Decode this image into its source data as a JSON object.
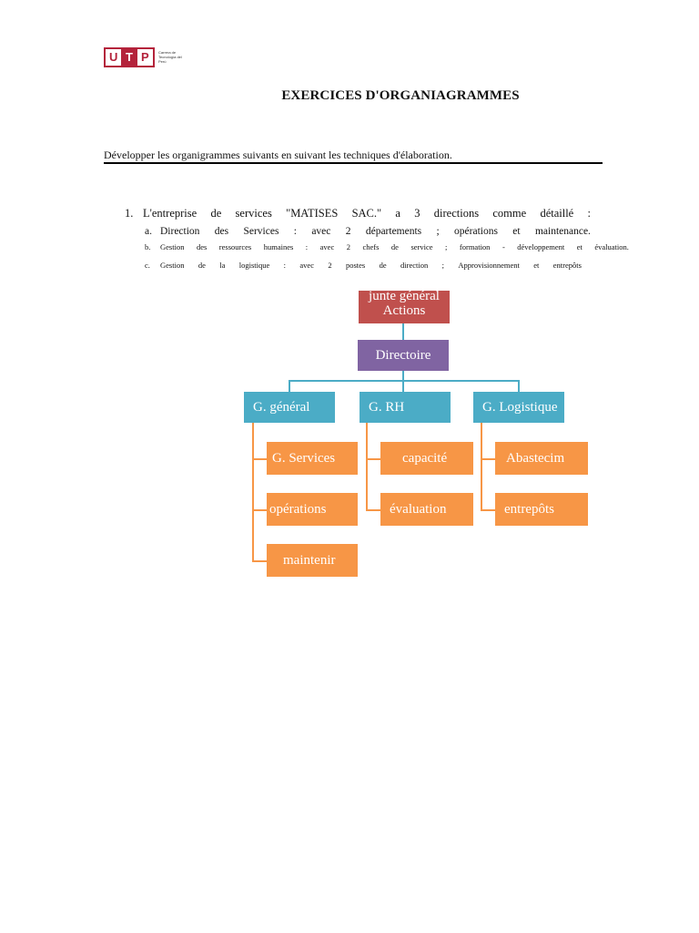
{
  "logo": {
    "letters": [
      "U",
      "T",
      "P"
    ],
    "subtitle": "Carrera de Tecnología del Perú",
    "brand_color": "#b4233b"
  },
  "title": "EXERCICES D'ORGANIAGRAMMES",
  "intro": "Développer les organigrammes suivants en suivant les techniques d'élaboration.",
  "question": {
    "number": "1.",
    "words": [
      "L'entreprise",
      "de",
      "services",
      "\"MATISES",
      "SAC.\"",
      "a",
      "3",
      "directions",
      "comme",
      "détaillé",
      ":"
    ]
  },
  "items": [
    {
      "letter": "a.",
      "words": [
        "Direction",
        "des",
        "Services",
        ":",
        "avec",
        "2",
        "départements",
        ";",
        "opérations",
        "et",
        "maintenance."
      ]
    },
    {
      "letter": "b.",
      "words": [
        "Gestion",
        "des",
        "ressources",
        "humaines",
        ":",
        "avec",
        "2",
        "chefs",
        "de",
        "service",
        ";",
        "formation",
        "-",
        "développement",
        "et",
        "évaluation."
      ]
    },
    {
      "letter": "c.",
      "words": [
        "Gestion",
        "de",
        "la",
        "logistique",
        ":",
        "avec",
        "2",
        "postes",
        "de",
        "direction",
        ";",
        "Approvisionnement",
        "et",
        "entrepôts"
      ]
    }
  ],
  "orgchart": {
    "colors": {
      "top": "#c0504d",
      "directoire": "#8064a2",
      "level2": "#4bacc6",
      "level3": "#f79646"
    },
    "top": "junte général Actions",
    "directoire": "Directoire",
    "level2": [
      "G. général",
      "G. RH",
      "G. Logistique"
    ],
    "general_children": [
      "G. Services",
      "opérations",
      "maintenir"
    ],
    "rh_children": [
      "capacité",
      "évaluation"
    ],
    "log_children": [
      "Abastecim",
      "entrepôts"
    ]
  }
}
